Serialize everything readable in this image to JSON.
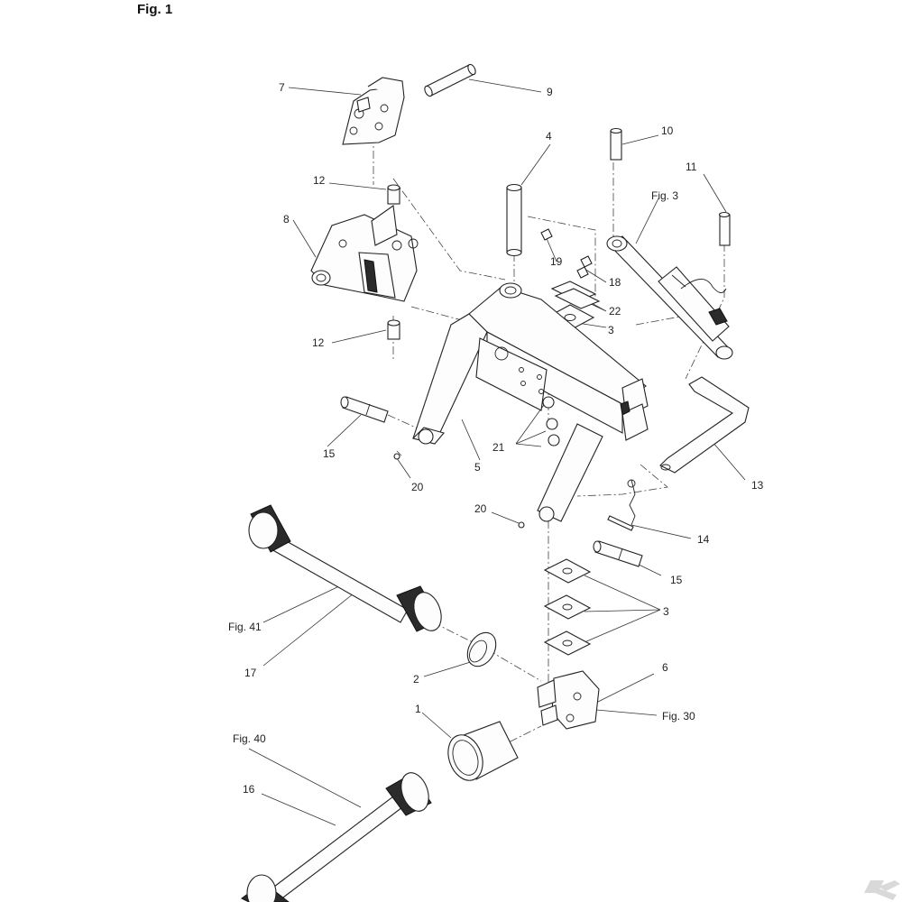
{
  "figure": {
    "title": "Fig. 1"
  },
  "callouts": [
    {
      "id": "7",
      "text": "7"
    },
    {
      "id": "9",
      "text": "9"
    },
    {
      "id": "4",
      "text": "4"
    },
    {
      "id": "10",
      "text": "10"
    },
    {
      "id": "11",
      "text": "11"
    },
    {
      "id": "12a",
      "text": "12"
    },
    {
      "id": "8",
      "text": "8"
    },
    {
      "id": "fig3",
      "text": "Fig. 3"
    },
    {
      "id": "19",
      "text": "19"
    },
    {
      "id": "18",
      "text": "18"
    },
    {
      "id": "22",
      "text": "22"
    },
    {
      "id": "3a",
      "text": "3"
    },
    {
      "id": "12b",
      "text": "12"
    },
    {
      "id": "15a",
      "text": "15"
    },
    {
      "id": "21",
      "text": "21"
    },
    {
      "id": "5",
      "text": "5"
    },
    {
      "id": "20a",
      "text": "20"
    },
    {
      "id": "13",
      "text": "13"
    },
    {
      "id": "20b",
      "text": "20"
    },
    {
      "id": "14",
      "text": "14"
    },
    {
      "id": "15b",
      "text": "15"
    },
    {
      "id": "3b",
      "text": "3"
    },
    {
      "id": "fig41",
      "text": "Fig. 41"
    },
    {
      "id": "17",
      "text": "17"
    },
    {
      "id": "2",
      "text": "2"
    },
    {
      "id": "6",
      "text": "6"
    },
    {
      "id": "1",
      "text": "1"
    },
    {
      "id": "fig30",
      "text": "Fig. 30"
    },
    {
      "id": "fig40",
      "text": "Fig. 40"
    },
    {
      "id": "16",
      "text": "16"
    }
  ],
  "logo": {
    "name": "kramp-k-logo",
    "text": "K"
  }
}
